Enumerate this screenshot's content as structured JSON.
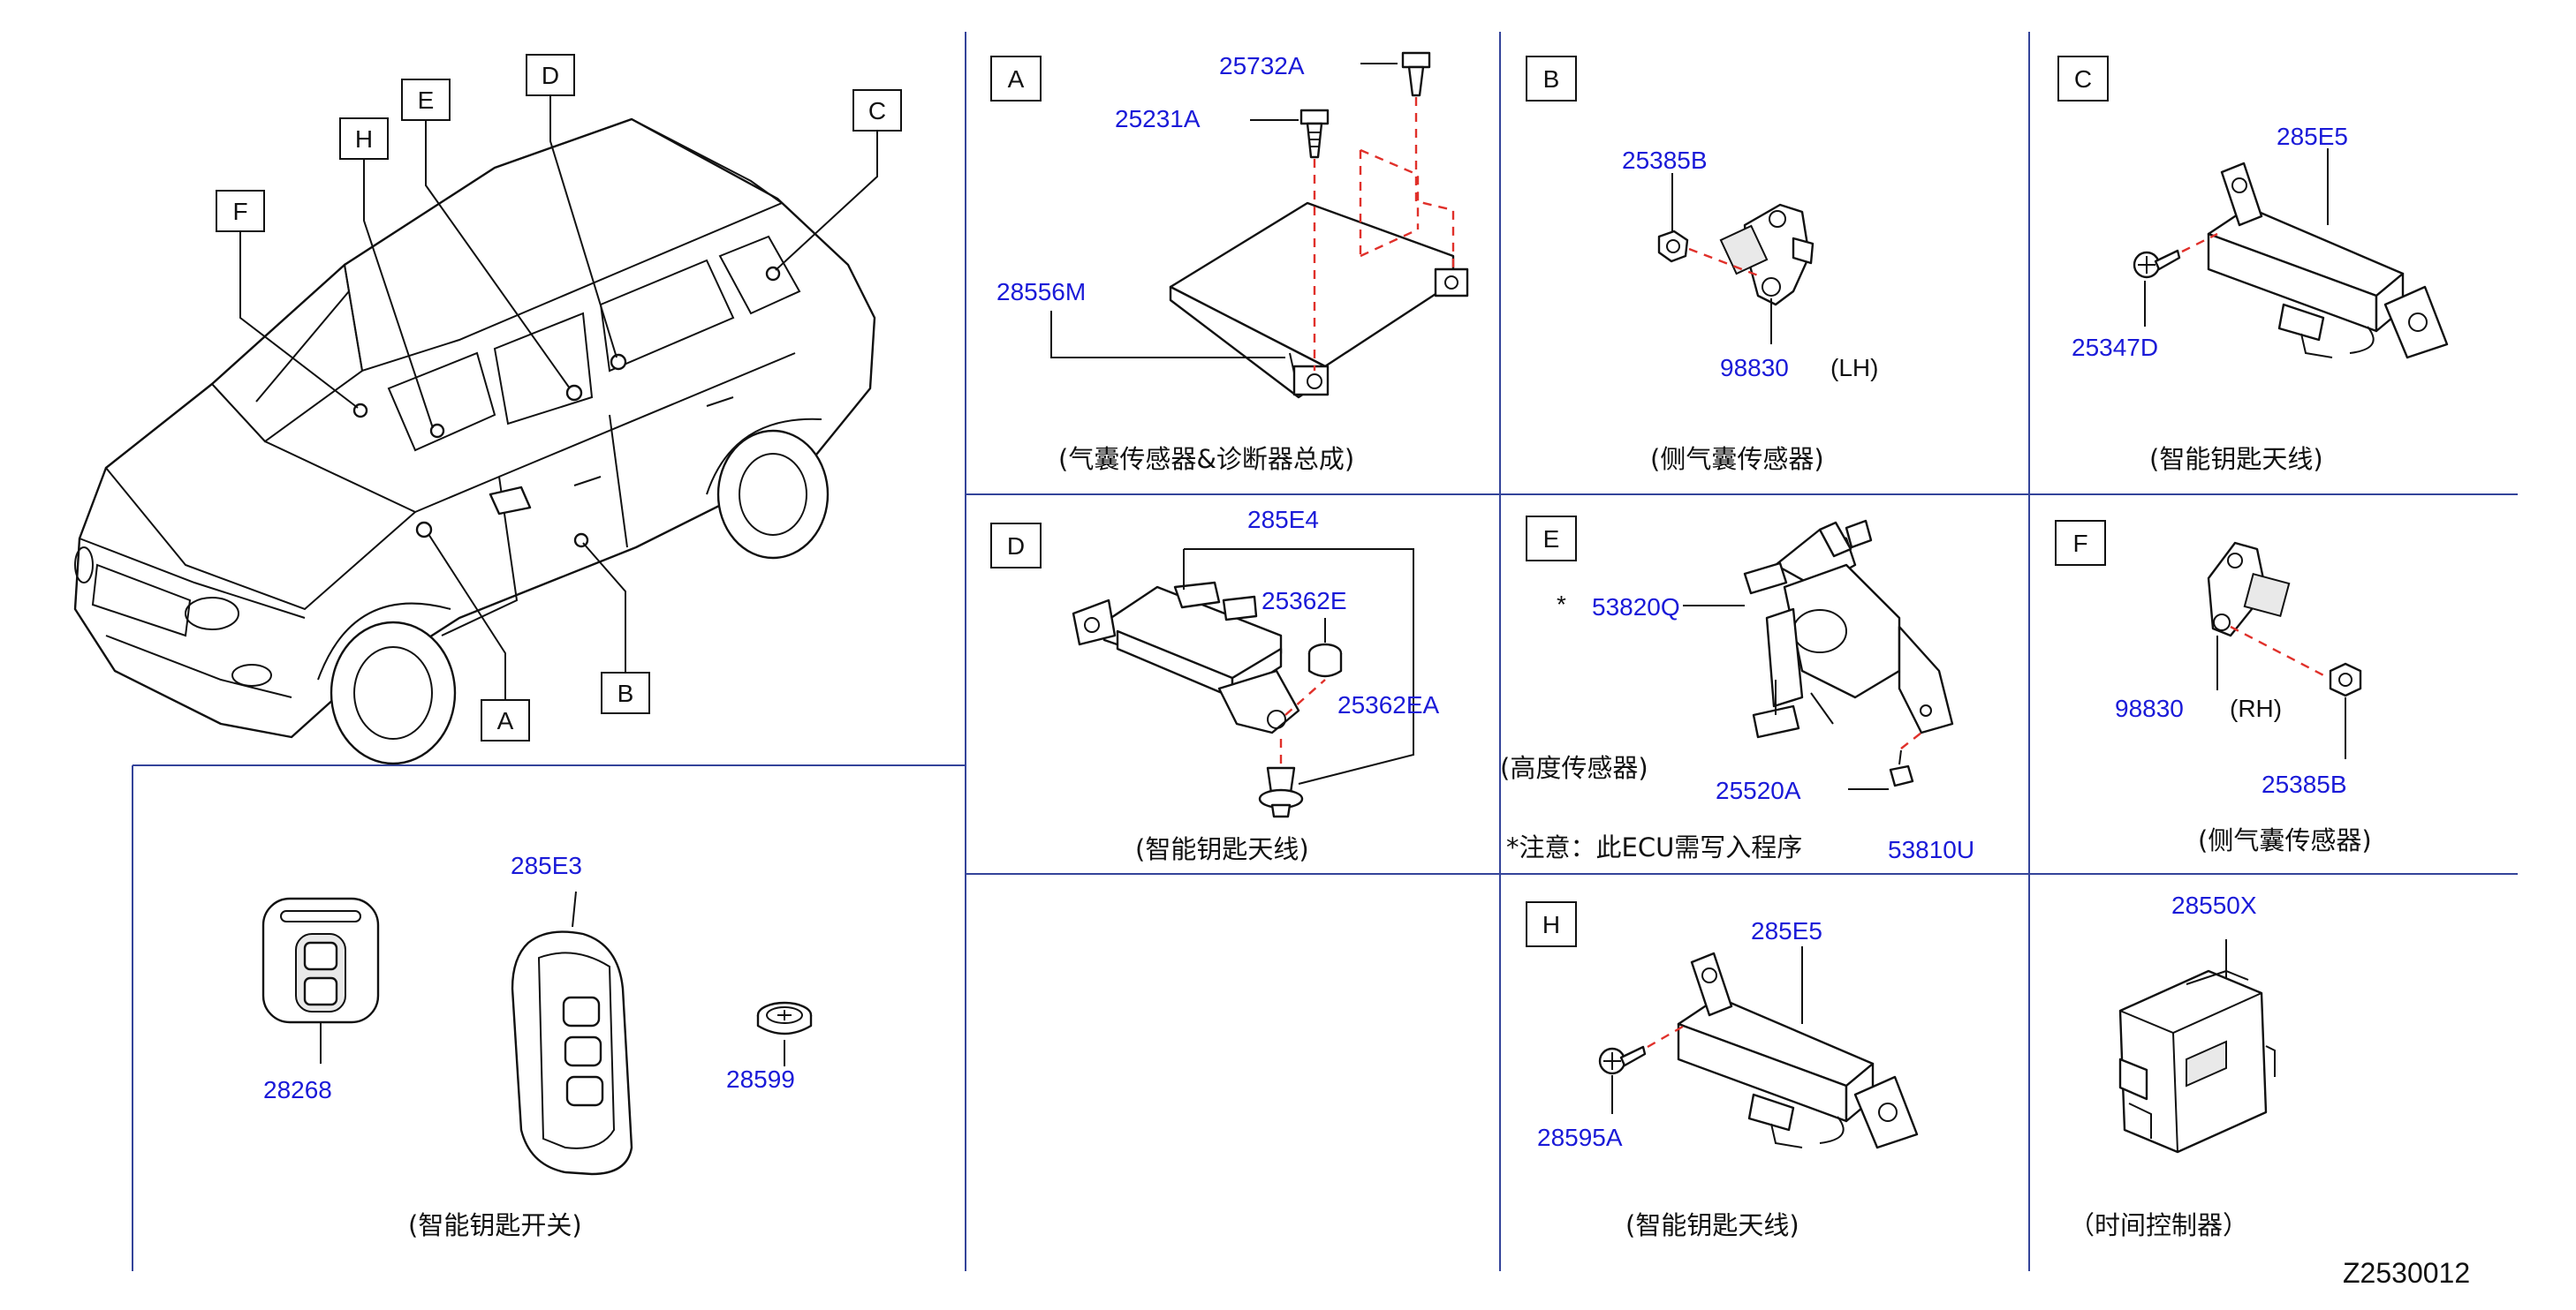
{
  "diagram_id": "Z2530012",
  "car_callouts": [
    "F",
    "H",
    "E",
    "D",
    "C",
    "A",
    "B"
  ],
  "panels": {
    "A": {
      "letter": "A",
      "caption": "(气囊传感器&诊断器总成)",
      "parts": [
        "25732A",
        "25231A",
        "28556M"
      ]
    },
    "B": {
      "letter": "B",
      "caption": "(侧气囊传感器)",
      "parts": [
        "25385B",
        "98830"
      ],
      "side": "(LH)"
    },
    "C": {
      "letter": "C",
      "caption": "(智能钥匙天线)",
      "parts": [
        "285E5",
        "25347D"
      ]
    },
    "D": {
      "letter": "D",
      "caption": "(智能钥匙天线)",
      "parts": [
        "285E4",
        "25362E",
        "25362EA"
      ]
    },
    "E": {
      "letter": "E",
      "caption": "(高度传感器)",
      "parts": [
        "53820Q",
        "25520A",
        "53810U"
      ],
      "asterisk": "*",
      "note": "*注意：此ECU需写入程序"
    },
    "F": {
      "letter": "F",
      "caption": "(侧气囊传感器)",
      "parts": [
        "98830",
        "25385B"
      ],
      "side": "(RH)"
    },
    "H": {
      "letter": "H",
      "caption": "(智能钥匙天线)",
      "parts": [
        "285E5",
        "28595A"
      ]
    },
    "timer": {
      "caption": "（时间控制器）",
      "parts": [
        "28550X"
      ]
    },
    "key": {
      "caption": "(智能钥匙开关)",
      "parts": [
        "285E3",
        "28268",
        "28599"
      ]
    }
  }
}
